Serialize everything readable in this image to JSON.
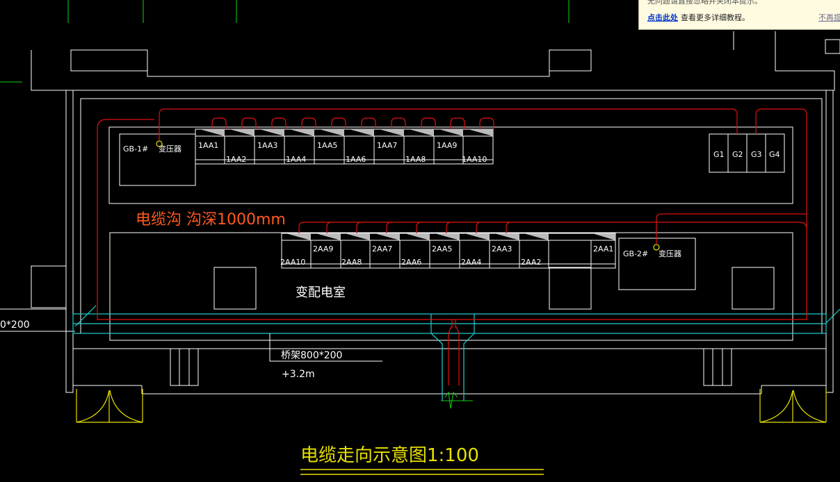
{
  "tooltip": {
    "line1": "无问题请直接忽略并关闭本提示。",
    "link_text": "点击此处",
    "rest_text": "查看更多详细教程。",
    "dismiss_text": "不再提"
  },
  "drawing": {
    "title": "电缆走向示意图1:100",
    "trench_note": "电缆沟  沟深1000mm",
    "room_label": "变配电室",
    "tray_label": "桥架800*200",
    "tray_elevation": "+3.2m",
    "left_edge_text": "0*200",
    "transformer_1": {
      "name": "GB-1#",
      "label": "变压器"
    },
    "transformer_2": {
      "name": "GB-2#",
      "label": "变压器"
    },
    "top_panels_upper": [
      "1AA1",
      "1AA3",
      "1AA5",
      "1AA7",
      "1AA9"
    ],
    "top_panels_lower": [
      "1AA2",
      "1AA4",
      "1AA6",
      "1AA8",
      "1AA10"
    ],
    "bottom_panels_upper": [
      "2AA9",
      "2AA7",
      "2AA5",
      "2AA3",
      "2AA1"
    ],
    "bottom_panels_lower": [
      "2AA10",
      "2AA8",
      "2AA6",
      "2AA4",
      "2AA2"
    ],
    "generators": [
      "G1",
      "G2",
      "G3",
      "G4"
    ]
  },
  "colors": {
    "background": "#000000",
    "walls": "#ffffff",
    "cable": "#e01010",
    "tray": "#20d0d0",
    "doors": "#e8e000",
    "axis": "#10d010",
    "note": "#ff5a1e",
    "title": "#e8e000"
  }
}
